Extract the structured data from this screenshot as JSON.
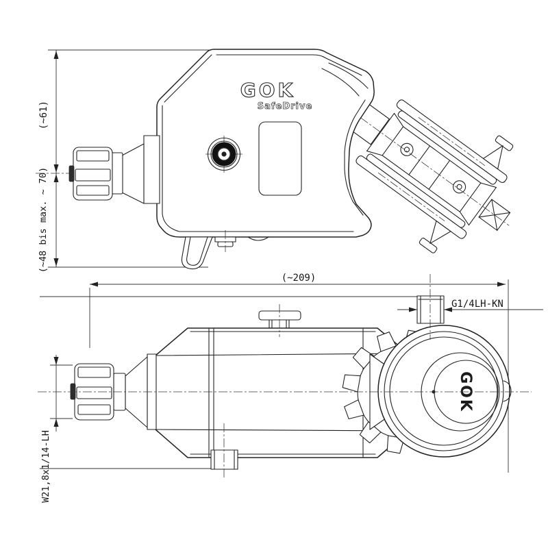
{
  "drawing": {
    "brand_logo": "GOK",
    "product_logo": "SafeDrive",
    "end_view_logo": "GOK",
    "dimensions": {
      "upper_height": "(~61)",
      "lower_height": "(~48 bis max. ~ 70)",
      "overall_length": "(~209)",
      "outlet_thread": "G1/4LH-KN",
      "inlet_thread": "W21,8x1/14-LH"
    },
    "colors": {
      "line": "#222222",
      "background": "#ffffff"
    }
  }
}
